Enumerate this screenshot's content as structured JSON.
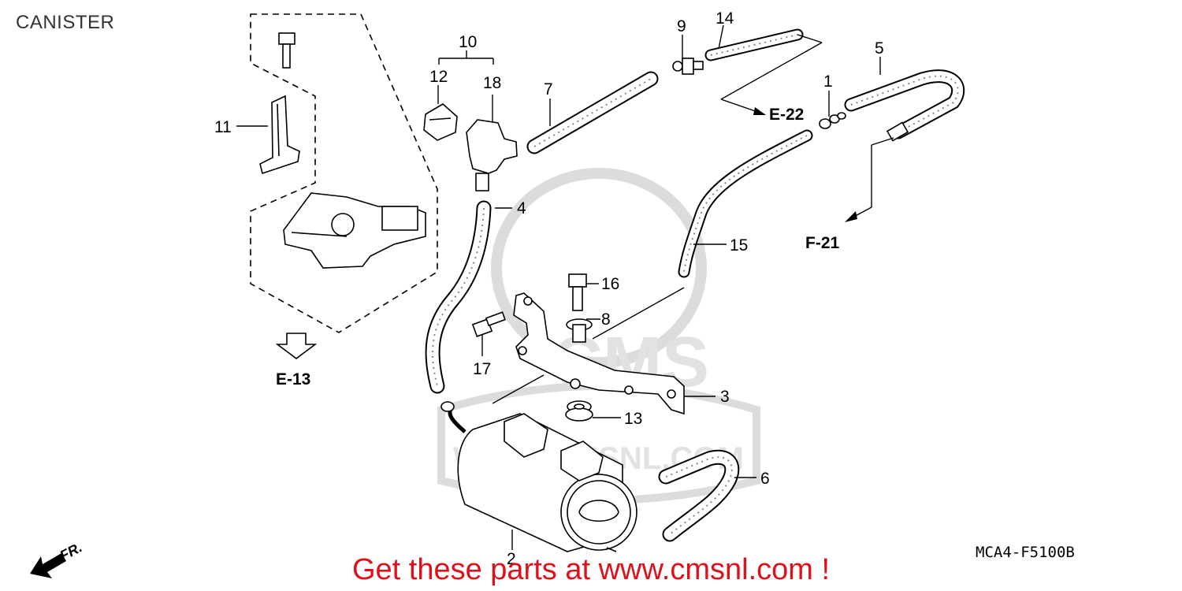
{
  "header": {
    "title": "CANISTER"
  },
  "callouts": [
    {
      "id": "1",
      "label": "1"
    },
    {
      "id": "2",
      "label": "2"
    },
    {
      "id": "3",
      "label": "3"
    },
    {
      "id": "4",
      "label": "4"
    },
    {
      "id": "5",
      "label": "5"
    },
    {
      "id": "6",
      "label": "6"
    },
    {
      "id": "7",
      "label": "7"
    },
    {
      "id": "8",
      "label": "8"
    },
    {
      "id": "9",
      "label": "9"
    },
    {
      "id": "10",
      "label": "10"
    },
    {
      "id": "11",
      "label": "11"
    },
    {
      "id": "12",
      "label": "12"
    },
    {
      "id": "13",
      "label": "13"
    },
    {
      "id": "14",
      "label": "14"
    },
    {
      "id": "15",
      "label": "15"
    },
    {
      "id": "16",
      "label": "16"
    },
    {
      "id": "17",
      "label": "17"
    },
    {
      "id": "18",
      "label": "18"
    }
  ],
  "references": {
    "e13": "E-13",
    "e22": "E-22",
    "f21": "F-21",
    "front": "FR."
  },
  "watermark": {
    "line1": "CMS",
    "line2": "WWW.CMSNL.COM"
  },
  "diagram_code": "MCA4-F5100B",
  "footer": {
    "promo": "Get these parts at www.cmsnl.com !"
  },
  "colors": {
    "promo": "#e0101a",
    "line": "#000000",
    "watermark": "#d9d9d9"
  }
}
